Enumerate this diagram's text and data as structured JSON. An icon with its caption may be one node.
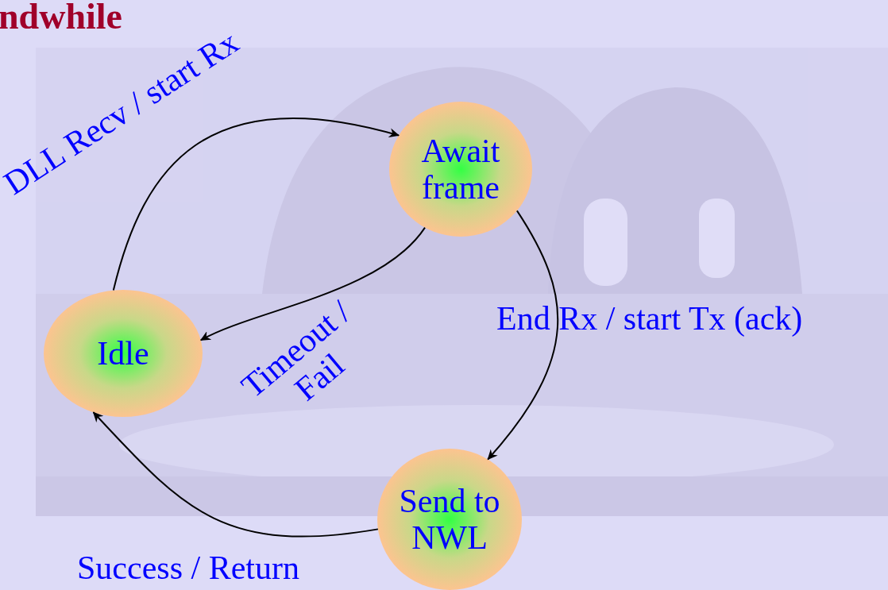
{
  "diagram": {
    "nodes": [
      {
        "text": [
          "Await frame"
        ]
      },
      {
        "text": [
          "Idle"
        ]
      },
      {
        "text": [
          "Send to NWL"
        ]
      }
    ],
    "edges": [
      {
        "from": 1,
        "to": 0,
        "arrow": "to",
        "label": "DLL Recv / start Rx"
      },
      {
        "from": 0,
        "to": 1,
        "arrow": "to",
        "label": "Timeout / Fail"
      },
      {
        "from": 0,
        "to": 2,
        "arrow": "to",
        "label": "End Rx / start Tx (ack)"
      },
      {
        "from": 2,
        "to": 1,
        "arrow": "to",
        "label": "Success / Return"
      }
    ],
    "labels": [
      "ndwhile"
    ]
  }
}
